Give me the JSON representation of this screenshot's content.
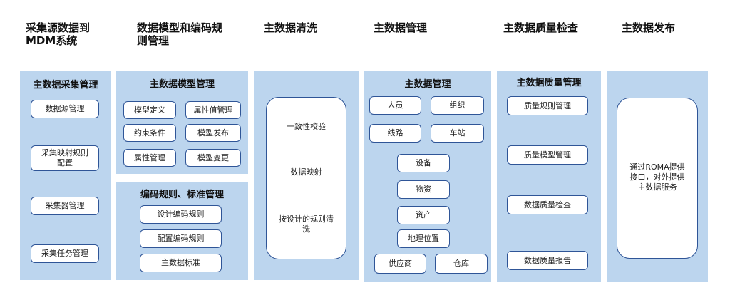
{
  "headers": {
    "col1": "采集源数据到\nMDM系统",
    "col2": "数据模型和编码规\n则管理",
    "col3": "主数据清洗",
    "col4": "主数据管理",
    "col5": "主数据质量检查",
    "col6": "主数据发布"
  },
  "collection": {
    "title": "主数据采集管理",
    "items": [
      "数据源管理",
      "采集映射规则\n配置",
      "采集器管理",
      "采集任务管理"
    ]
  },
  "model": {
    "title": "主数据模型管理",
    "items": [
      "模型定义",
      "属性值管理",
      "约束条件",
      "模型发布",
      "属性管理",
      "模型变更"
    ]
  },
  "coding": {
    "title": "编码规则、标准管理",
    "items": [
      "设计编码规则",
      "配置编码规则",
      "主数据标准"
    ]
  },
  "cleansing": {
    "items": [
      "一致性校验",
      "数据映射",
      "按设计的规则清\n洗"
    ]
  },
  "management": {
    "title": "主数据管理",
    "items": [
      "人员",
      "组织",
      "线路",
      "车站",
      "设备",
      "物资",
      "资产",
      "地理位置",
      "供应商",
      "仓库"
    ]
  },
  "quality": {
    "title": "主数据质量管理",
    "items": [
      "质量规则管理",
      "质量模型管理",
      "数据质量检查",
      "数据质量报告"
    ]
  },
  "publish": {
    "text": "通过ROMA提供\n接口，对外提供\n主数据服务"
  }
}
